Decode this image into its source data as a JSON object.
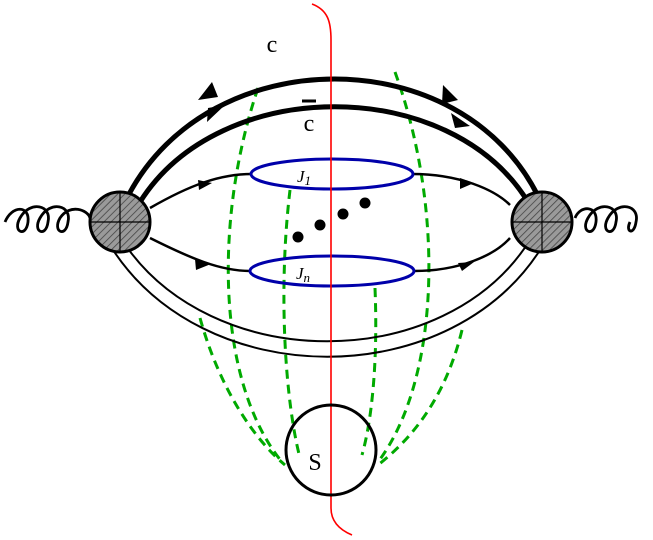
{
  "labels": {
    "quark": "c",
    "antiquark": "c",
    "jet_first": "J",
    "jet_first_sub": "1",
    "jet_last": "J",
    "jet_last_sub": "n",
    "soft_function": "S"
  },
  "colors": {
    "lines": "#000000",
    "cut_line": "#ff0000",
    "jet_loops": "#0000aa",
    "soft_gluons": "#00aa00",
    "blob_fill": "#808080",
    "background": "#ffffff"
  },
  "icons": [
    "gluon-coil",
    "hatched-vertex-blob",
    "arrow-head",
    "ellipsis-dots"
  ]
}
